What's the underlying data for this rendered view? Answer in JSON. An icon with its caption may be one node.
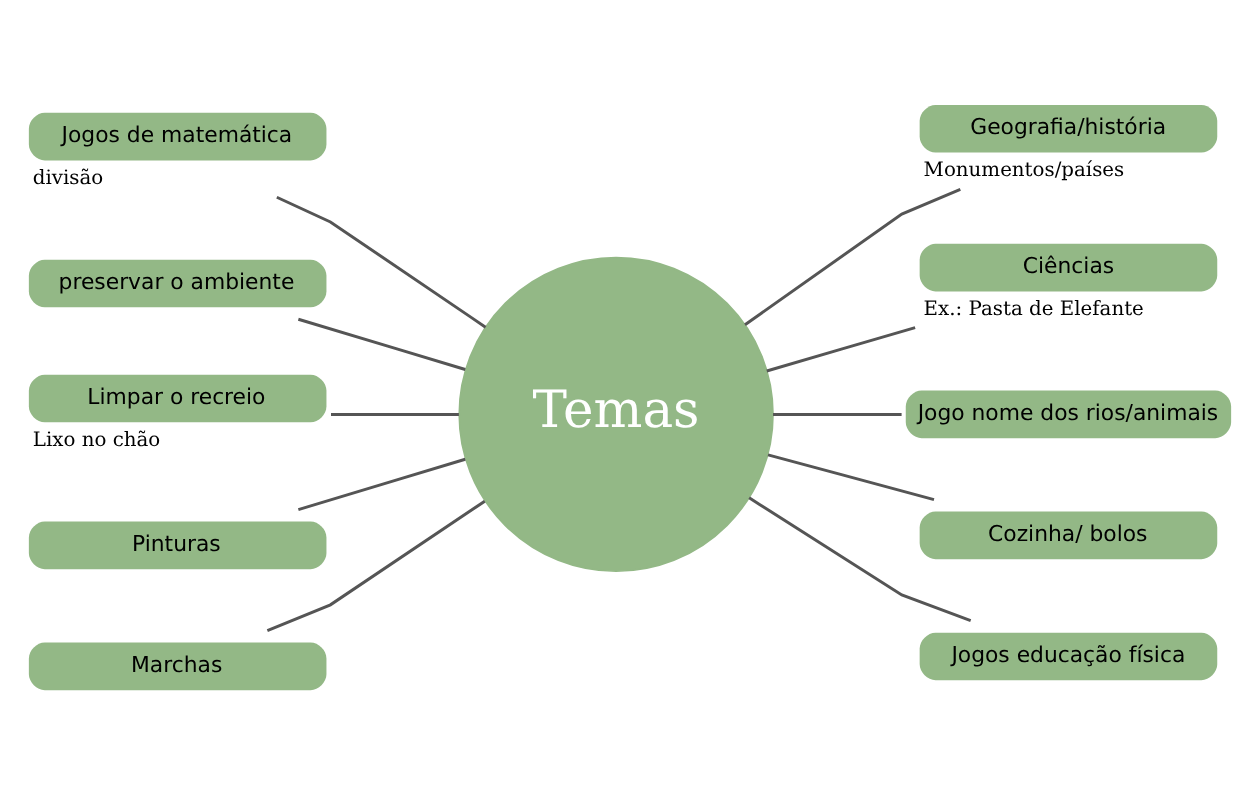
{
  "diagram": {
    "nodes": [
      {
        "text": [
          "Temas"
        ]
      },
      {
        "text": [
          "Jogos de matemática"
        ],
        "beside": [
          "divisão"
        ]
      },
      {
        "text": [
          "preservar o ambiente"
        ]
      },
      {
        "text": [
          "Limpar o recreio"
        ],
        "beside": [
          "Lixo no chão"
        ]
      },
      {
        "text": [
          "Pinturas"
        ]
      },
      {
        "text": [
          "Marchas"
        ]
      },
      {
        "text": [
          "Geografia/história"
        ],
        "beside": [
          "Monumentos/países"
        ]
      },
      {
        "text": [
          "Ciências"
        ],
        "beside": [
          "Ex.: Pasta de Elefante"
        ]
      },
      {
        "text": [
          "Jogo nome dos rios/animais"
        ]
      },
      {
        "text": [
          "Cozinha/ bolos"
        ]
      },
      {
        "text": [
          "Jogos educação física"
        ]
      }
    ],
    "edges": [
      {
        "from": 0,
        "to": 1,
        "arrow": "none"
      },
      {
        "from": 0,
        "to": 2,
        "arrow": "none"
      },
      {
        "from": 0,
        "to": 3,
        "arrow": "none"
      },
      {
        "from": 0,
        "to": 4,
        "arrow": "none"
      },
      {
        "from": 0,
        "to": 5,
        "arrow": "none"
      },
      {
        "from": 0,
        "to": 6,
        "arrow": "none"
      },
      {
        "from": 0,
        "to": 7,
        "arrow": "none"
      },
      {
        "from": 0,
        "to": 8,
        "arrow": "none"
      },
      {
        "from": 0,
        "to": 9,
        "arrow": "none"
      },
      {
        "from": 0,
        "to": 10,
        "arrow": "none"
      }
    ]
  }
}
